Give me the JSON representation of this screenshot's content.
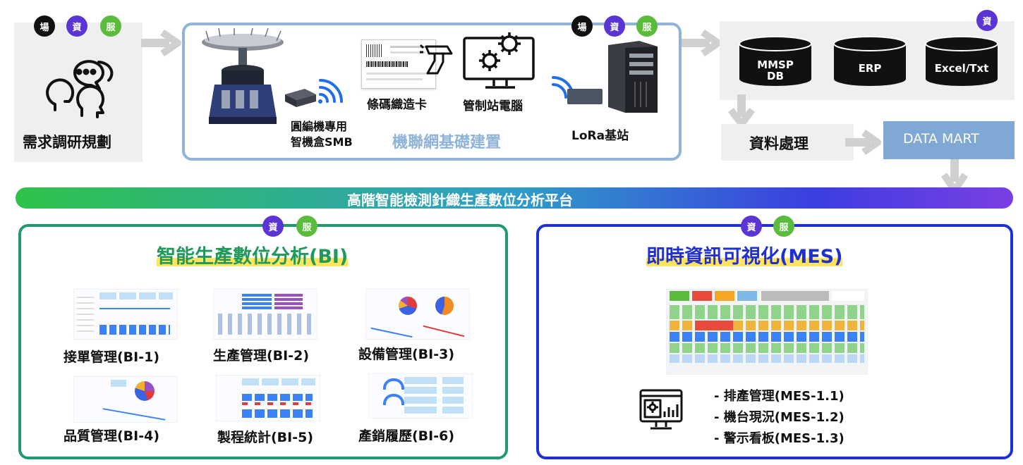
{
  "badges": {
    "field": "場",
    "data": "資",
    "service": "服"
  },
  "stage1": {
    "label": "需求調研規劃"
  },
  "stage2": {
    "title": "機聯網基礎建置",
    "machine_label_1": "圓編機專用",
    "machine_label_2": "智機盒SMB",
    "barcode_label": "條碼織造卡",
    "pc_label": "管制站電腦",
    "lora_label": "LoRa基站"
  },
  "stage3": {
    "databases": [
      "MMSP\nDB",
      "ERP",
      "Excel/Txt"
    ],
    "processing_label": "資料處理",
    "datamart_label": "DATA MART"
  },
  "platform": {
    "title": "高階智能檢測針織生產數位分析平台"
  },
  "bi": {
    "title": "智能生產數位分析(BI)",
    "items": [
      "接單管理(BI-1)",
      "生產管理(BI-2)",
      "設備管理(BI-3)",
      "品質管理(BI-4)",
      "製程統計(BI-5)",
      "產銷履歷(BI-6)"
    ]
  },
  "mes": {
    "title": "即時資訊可視化(MES)",
    "items": [
      "-  排產管理(MES-1.1)",
      "-  機台現況(MES-1.2)",
      "-  警示看板(MES-1.3)"
    ]
  },
  "colors": {
    "bi_border": "#1f9a6e",
    "mes_border": "#1f2fd6",
    "stage2_border": "#8fb3d9",
    "stage2_title": "#8fb3d9",
    "datamart_bg": "#7fa9d4",
    "bi_title": "#1f9a5a",
    "mes_title": "#1f2fd6"
  }
}
